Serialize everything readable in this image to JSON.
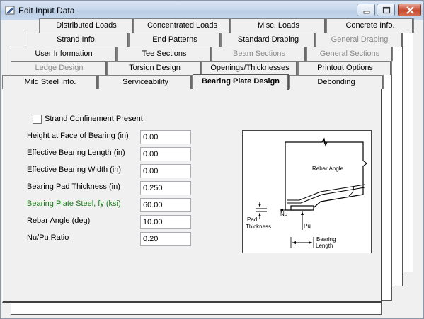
{
  "window": {
    "title": "Edit Input Data"
  },
  "tabs": {
    "row1": [
      {
        "label": "Distributed Loads",
        "enabled": true
      },
      {
        "label": "Concentrated Loads",
        "enabled": true
      },
      {
        "label": "Misc. Loads",
        "enabled": true
      },
      {
        "label": "Concrete Info.",
        "enabled": true
      }
    ],
    "row2": [
      {
        "label": "Strand Info.",
        "enabled": true
      },
      {
        "label": "End Patterns",
        "enabled": true
      },
      {
        "label": "Standard Draping",
        "enabled": true
      },
      {
        "label": "General Draping",
        "enabled": false
      }
    ],
    "row3": [
      {
        "label": "User Information",
        "enabled": true
      },
      {
        "label": "Tee Sections",
        "enabled": true
      },
      {
        "label": "Beam Sections",
        "enabled": false
      },
      {
        "label": "General Sections",
        "enabled": false
      }
    ],
    "row4": [
      {
        "label": "Ledge Design",
        "enabled": false
      },
      {
        "label": "Torsion Design",
        "enabled": true
      },
      {
        "label": "Openings/Thicknesses",
        "enabled": true
      },
      {
        "label": "Printout Options",
        "enabled": true
      }
    ],
    "row5": [
      {
        "label": "Mild Steel Info.",
        "enabled": true
      },
      {
        "label": "Serviceability",
        "enabled": true
      },
      {
        "label": "Bearing Plate Design",
        "enabled": true,
        "active": true
      },
      {
        "label": "Debonding",
        "enabled": true
      }
    ]
  },
  "form": {
    "strand_confinement_label": "Strand Confinement Present",
    "strand_confinement_checked": false,
    "fields": [
      {
        "label": "Height at Face of Bearing (in)",
        "value": "0.00"
      },
      {
        "label": "Effective Bearing Length (in)",
        "value": "0.00"
      },
      {
        "label": "Effective Bearing Width (in)",
        "value": "0.00"
      },
      {
        "label": "Bearing Pad Thickness (in)",
        "value": "0.250"
      },
      {
        "label": "Bearing Plate Steel, fy (ksi)",
        "value": "60.00"
      },
      {
        "label": "Rebar Angle (deg)",
        "value": "10.00"
      },
      {
        "label": "Nu/Pu Ratio",
        "value": "0.20"
      }
    ],
    "highlight_color": "#1b7a1b"
  },
  "diagram": {
    "rebar_angle": "Rebar Angle",
    "pad": "Pad",
    "thickness": "Thickness",
    "nu": "Nu",
    "pu": "Pu",
    "bearing": "Bearing",
    "length": "Length"
  }
}
